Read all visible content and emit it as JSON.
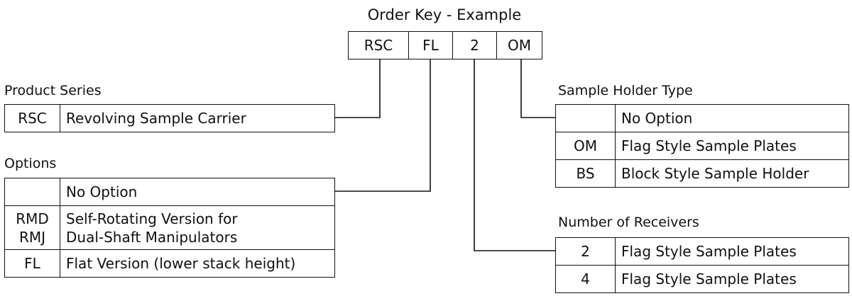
{
  "title": "Order Key - Example",
  "order_key": [
    "RSC",
    "FL",
    "2",
    "OM"
  ],
  "product_series": {
    "heading": "Product Series",
    "rows": [
      {
        "code": "RSC",
        "desc": "Revolving Sample Carrier"
      }
    ]
  },
  "options": {
    "heading": "Options",
    "rows": [
      {
        "code": "",
        "desc": "No Option"
      },
      {
        "code": [
          "RMD",
          "RMJ"
        ],
        "desc": [
          "Self-Rotating Version for",
          "Dual-Shaft Manipulators"
        ]
      },
      {
        "code": "FL",
        "desc": "Flat Version (lower stack height)"
      }
    ]
  },
  "sample_holder_type": {
    "heading": "Sample Holder Type",
    "rows": [
      {
        "code": "",
        "desc": "No Option"
      },
      {
        "code": "OM",
        "desc": "Flag Style Sample Plates"
      },
      {
        "code": "BS",
        "desc": "Block Style Sample Holder"
      }
    ]
  },
  "number_of_receivers": {
    "heading": "Number of Receivers",
    "rows": [
      {
        "code": "2",
        "desc": "Flag Style Sample Plates"
      },
      {
        "code": "4",
        "desc": "Flag Style Sample Plates"
      }
    ]
  }
}
